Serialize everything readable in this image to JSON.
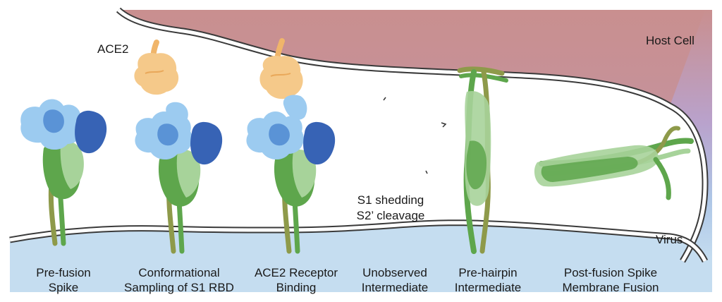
{
  "labels": {
    "ace2": "ACE2",
    "host_cell": "Host Cell",
    "virus": "Virus",
    "s1_shedding": "S1 shedding",
    "s2_cleavage": "S2’ cleavage"
  },
  "stages": [
    {
      "line1": "Pre-fusion",
      "line2": "Spike"
    },
    {
      "line1": "Conformational",
      "line2": "Sampling of S1 RBD"
    },
    {
      "line1": "ACE2 Receptor",
      "line2": "Binding"
    },
    {
      "line1": "Unobserved",
      "line2": "Intermediate"
    },
    {
      "line1": "Pre-hairpin",
      "line2": "Intermediate"
    },
    {
      "line1": "Post-fusion Spike",
      "line2": "Membrane Fusion"
    }
  ],
  "colors": {
    "host_top": "#c98f8f",
    "host_mid": "#b8a3cc",
    "virus": "#c5ddf0",
    "ace2": "#f5c98a",
    "s1_light": "#9ccbf0",
    "s1_mid": "#5a93d6",
    "s1_dark": "#3763b5",
    "s2_green": "#5ea64c",
    "s2_light": "#a7d39a",
    "s2_olive": "#8e9a4a"
  }
}
